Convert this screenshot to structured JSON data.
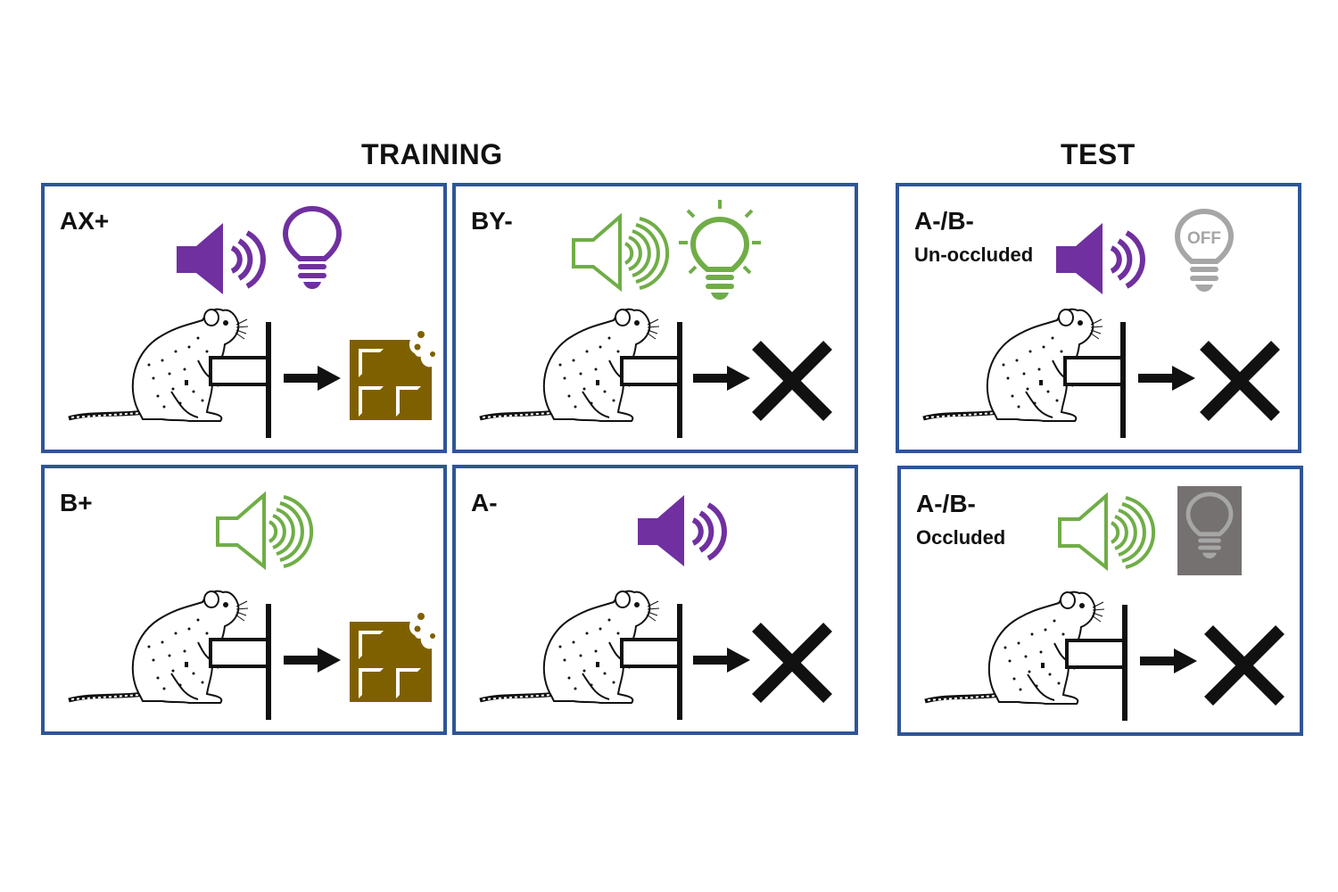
{
  "sections": {
    "training": {
      "title": "TRAINING"
    },
    "test": {
      "title": "TEST"
    }
  },
  "colors": {
    "border": "#2f5597",
    "purple": "#7030a0",
    "green": "#70ad47",
    "chocolate": "#7f6000",
    "gray_off": "#a6a6a6",
    "occluder": "#767171"
  },
  "panels": [
    {
      "id": "ax-plus",
      "label": "AX+",
      "sublabel": "",
      "tone": "Tone A (purple speaker)",
      "light": "Light X (purple bulb, on)",
      "outcome": "reward (chocolate)"
    },
    {
      "id": "by-minus",
      "label": "BY-",
      "sublabel": "",
      "tone": "Tone B (green speaker)",
      "light": "Light Y (green bulb, on)",
      "outcome": "no reward"
    },
    {
      "id": "b-plus",
      "label": "B+",
      "sublabel": "",
      "tone": "Tone B (green speaker)",
      "light": "",
      "outcome": "reward (chocolate)"
    },
    {
      "id": "a-minus",
      "label": "A-",
      "sublabel": "",
      "tone": "Tone A (purple speaker)",
      "light": "",
      "outcome": "no reward"
    },
    {
      "id": "test-unoccluded",
      "label": "A-/B-",
      "sublabel": "Un-occluded",
      "tone": "Tone A (purple speaker)",
      "light": "Light off",
      "light_text": "OFF",
      "outcome": "no reward"
    },
    {
      "id": "test-occluded",
      "label": "A-/B-",
      "sublabel": "Occluded",
      "tone": "Tone B (green speaker)",
      "light": "Light occluded (gray)",
      "outcome": "no reward"
    }
  ]
}
